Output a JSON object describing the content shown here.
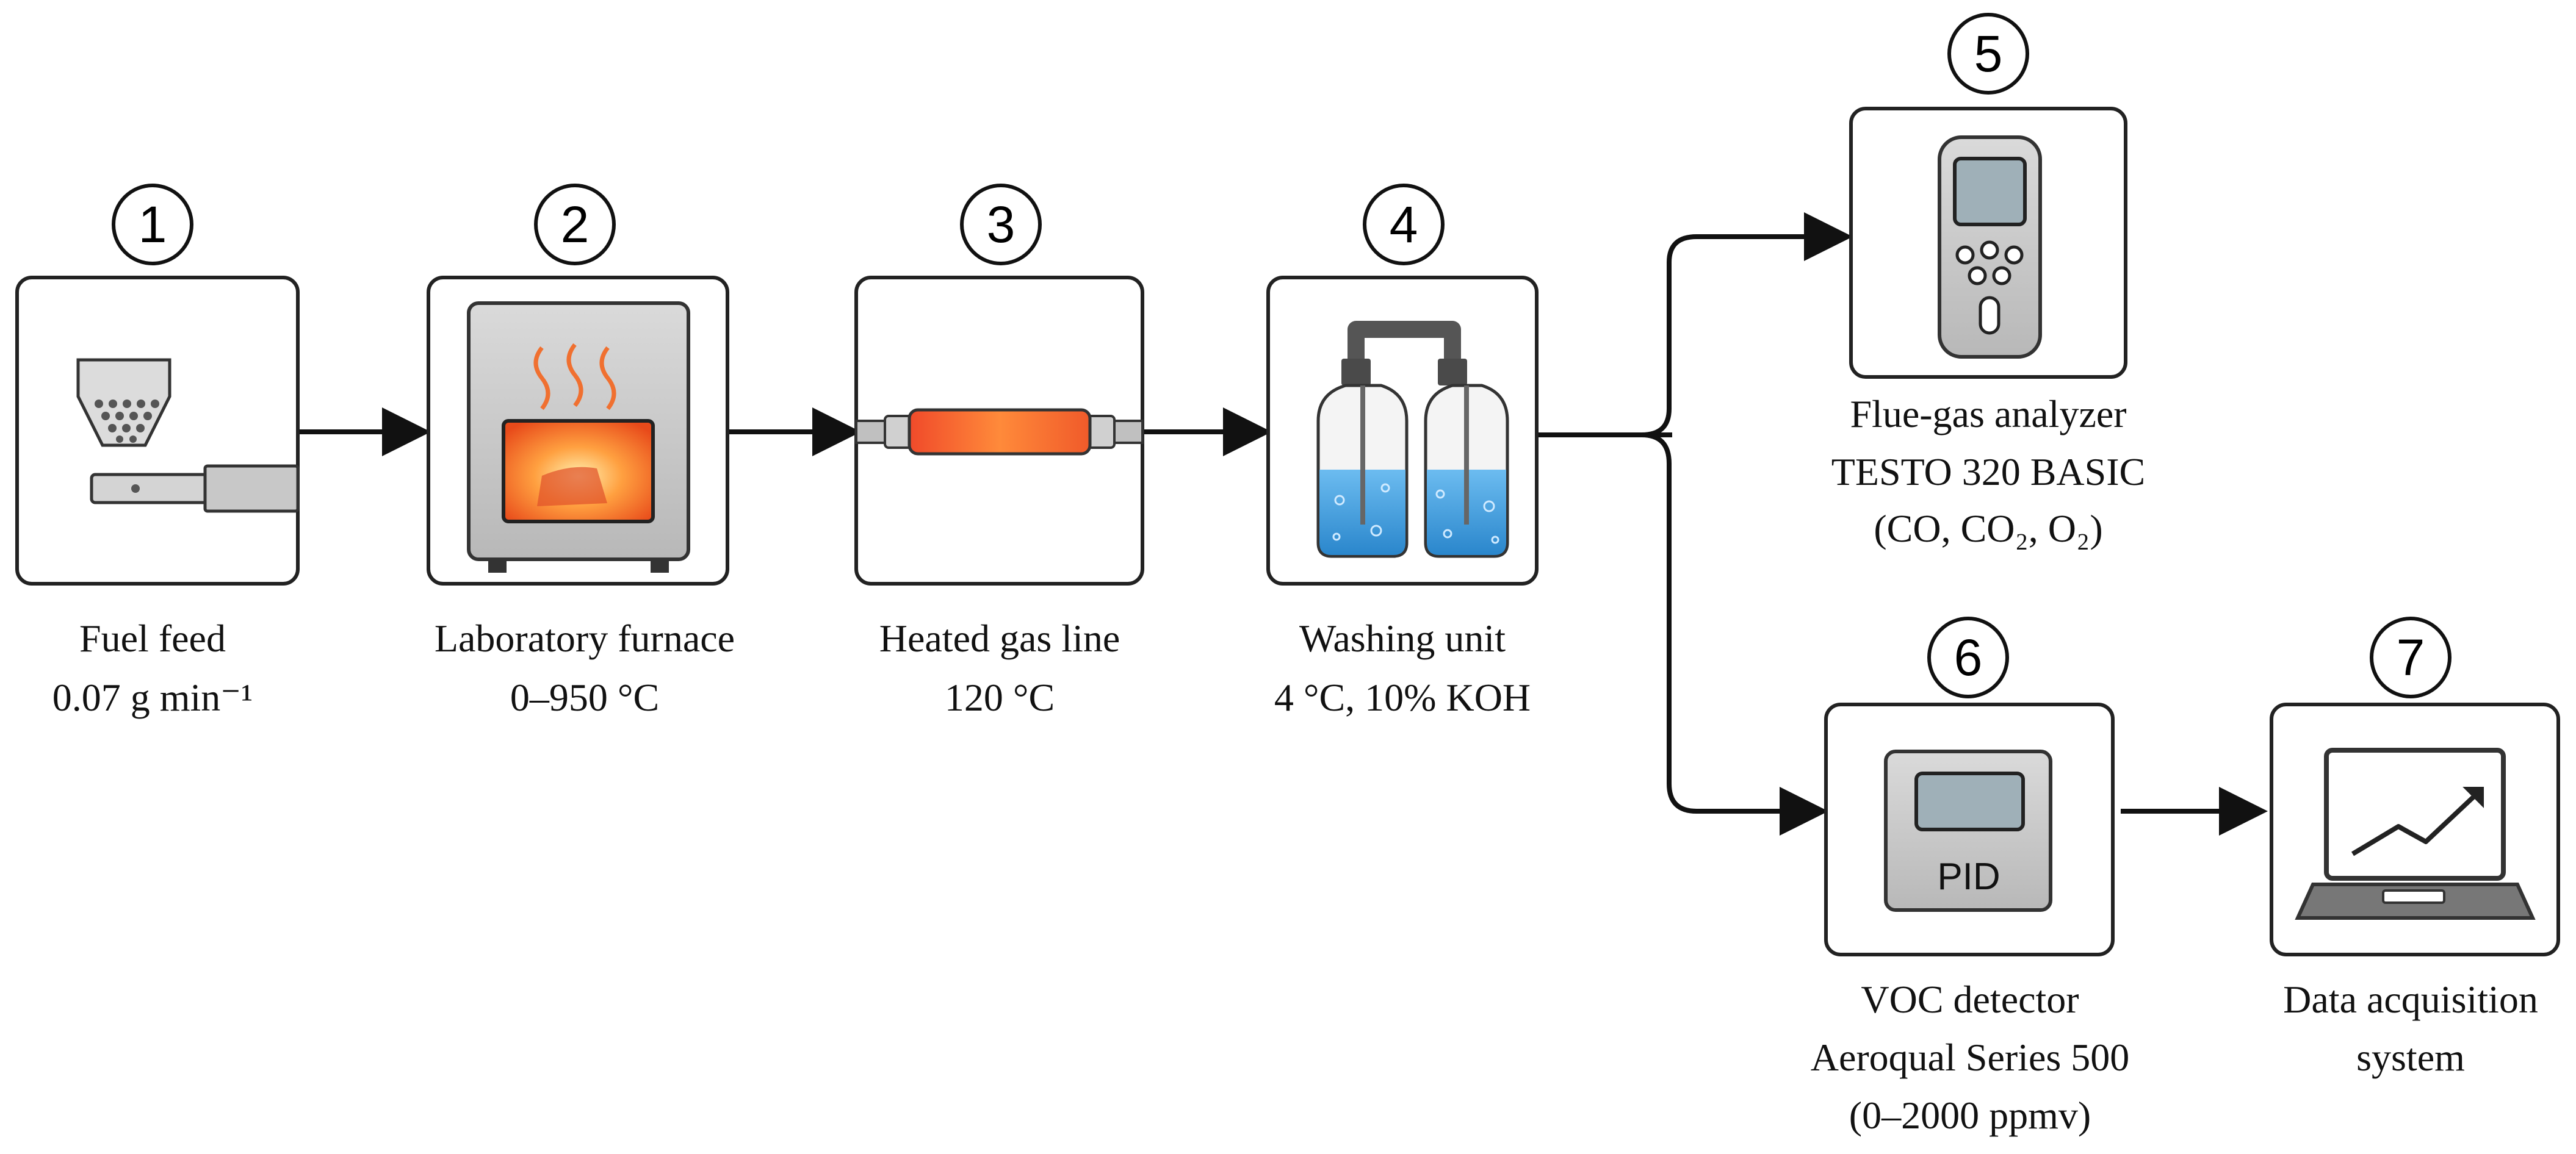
{
  "steps": [
    {
      "num": "1",
      "label_lines": [
        "Fuel feed",
        "0.07 g min⁻¹"
      ]
    },
    {
      "num": "2",
      "label_lines": [
        "Laboratory furnace",
        "0–950 °C"
      ]
    },
    {
      "num": "3",
      "label_lines": [
        "Heated gas line",
        "120 °C"
      ]
    },
    {
      "num": "4",
      "label_lines": [
        "Washing unit",
        "4 °C, 10% KOH"
      ]
    },
    {
      "num": "5",
      "label_lines": [
        "Flue-gas analyzer",
        "TESTO 320 BASIC",
        "(CO, CO₂, O₂)"
      ]
    },
    {
      "num": "6",
      "label_lines": [
        "VOC detector",
        "Aeroqual Series 500",
        "(0–2000 ppmv)"
      ]
    },
    {
      "num": "7",
      "label_lines": [
        "Data acquisition",
        "system"
      ]
    }
  ],
  "pid_label": "PID",
  "icons": {
    "1": "hopper-feeder-icon",
    "2": "furnace-icon",
    "3": "heated-tube-icon",
    "4": "gas-washing-bottles-icon",
    "5": "handheld-analyzer-icon",
    "6": "pid-detector-icon",
    "7": "laptop-chart-icon"
  },
  "colors": {
    "box_stroke": "#222222",
    "device_gray": "#c9c9c9",
    "flame": "#f07030",
    "liquid": "#3c9ad8"
  }
}
